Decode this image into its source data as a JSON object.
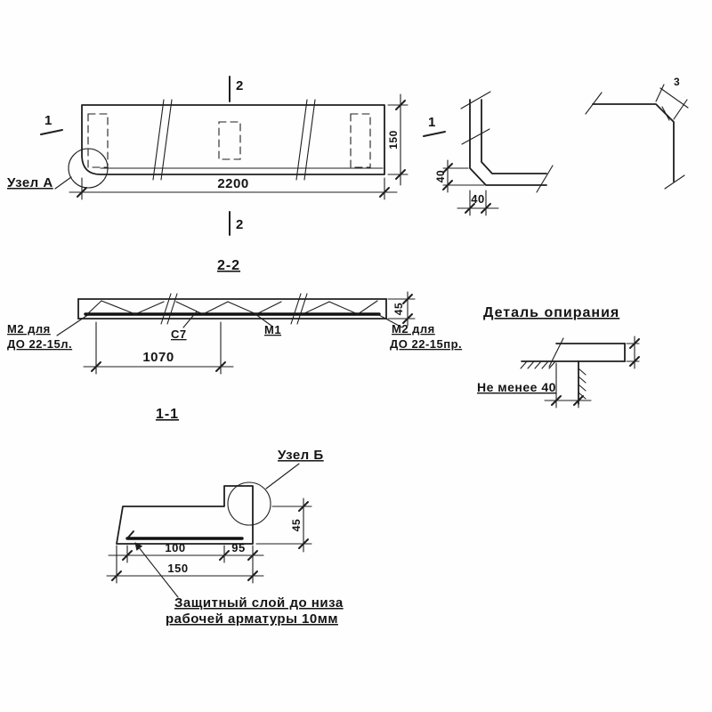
{
  "sheet": {
    "background": "#fefefe",
    "ink": "#1f1f1f"
  },
  "drawing": {
    "plan": {
      "section2_top": "2",
      "section2_bottom": "2",
      "section1_left": "1",
      "section1_right": "1",
      "dim_length": "2200",
      "dim_width": "150",
      "node_a": "Узел А"
    },
    "channel": {
      "dim_left": "40",
      "dim_bottom": "40"
    },
    "corner": {
      "dim_chamfer": "3"
    },
    "section22": {
      "title": "2-2",
      "left_mark_l1": "М2 для",
      "left_mark_l2": "ДО 22-15л.",
      "c7": "С7",
      "m1": "М1",
      "right_mark_l1": "М2 для",
      "right_mark_l2": "ДО 22-15пр.",
      "dim_span": "1070",
      "dim_thk": "45"
    },
    "support": {
      "title": "Деталь опирания",
      "note": "Не менее 40"
    },
    "section11": {
      "title": "1-1",
      "node_b": "Узел Б",
      "dim_100": "100",
      "dim_95": "95",
      "dim_150": "150",
      "dim_thk": "45",
      "note_l1": "Защитный слой до низа",
      "note_l2": "рабочей арматуры 10мм"
    }
  }
}
